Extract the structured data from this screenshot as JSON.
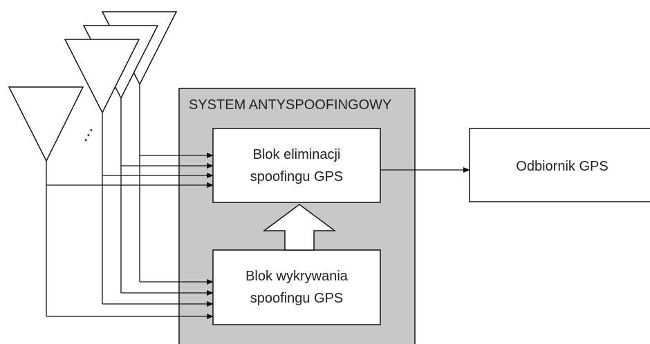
{
  "system": {
    "title": "SYSTEM ANTYSPOOFINGOWY",
    "fill_color": "#c8c8c8"
  },
  "elimination_block": {
    "line1": "Blok eliminacji",
    "line2": "spoofingu GPS"
  },
  "detection_block": {
    "line1": "Blok wykrywania",
    "line2": "spoofingu GPS"
  },
  "receiver_block": {
    "label": "Odbiornik GPS"
  },
  "antenna_array": {
    "ellipsis": "…"
  }
}
